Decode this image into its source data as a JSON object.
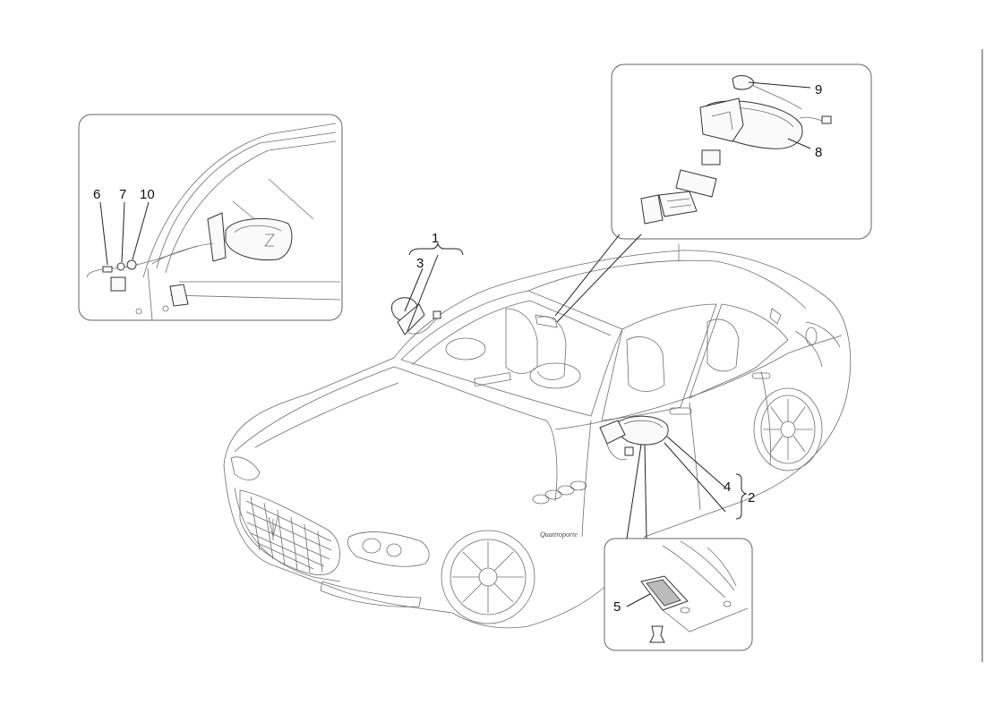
{
  "callouts": [
    {
      "id": "c1",
      "text": "1"
    },
    {
      "id": "c2",
      "text": "2"
    },
    {
      "id": "c3",
      "text": "3"
    },
    {
      "id": "c4",
      "text": "4"
    },
    {
      "id": "c5",
      "text": "5"
    },
    {
      "id": "c6",
      "text": "6"
    },
    {
      "id": "c7",
      "text": "7"
    },
    {
      "id": "c8",
      "text": "8"
    },
    {
      "id": "c9",
      "text": "9"
    },
    {
      "id": "c10",
      "text": "10"
    }
  ],
  "badge_script": "Quattroporte"
}
